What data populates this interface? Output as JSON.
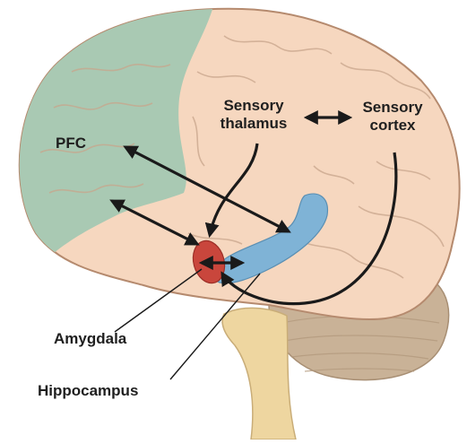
{
  "labels": {
    "pfc": "PFC",
    "sensory_thalamus_line1": "Sensory",
    "sensory_thalamus_line2": "thalamus",
    "sensory_cortex_line1": "Sensory",
    "sensory_cortex_line2": "cortex",
    "amygdala": "Amygdala",
    "hippocampus": "Hippocampus"
  },
  "colors": {
    "brain": "#f6d7bf",
    "brain_outline": "#b58a6e",
    "pfc_region": "#a9c9b3",
    "hippocampus": "#7fb3d6",
    "amygdala": "#c9463c",
    "cerebellum": "#c9b297",
    "brainstem": "#eed6a0",
    "arrow": "#1a1a1a"
  }
}
